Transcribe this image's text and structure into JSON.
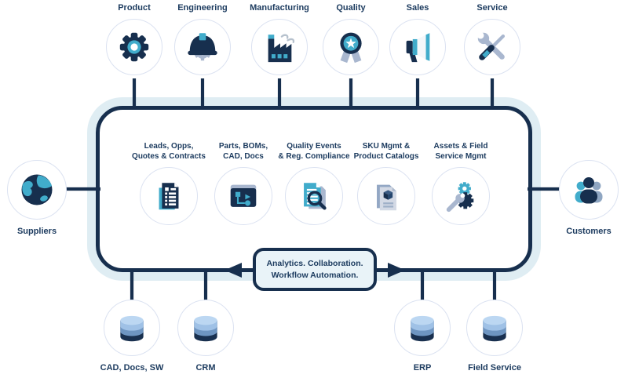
{
  "colors": {
    "navy": "#172F4E",
    "teal": "#41ACCB",
    "steel": "#A9B7CF",
    "halo": "#DFEDF3",
    "banner_fill": "#E9F3F8",
    "db_light": "#9FC1E6",
    "db_mid": "#6E95C1",
    "text": "#1B3A5E"
  },
  "top_nodes": [
    {
      "label": "Product",
      "icon": "gear-icon"
    },
    {
      "label": "Engineering",
      "icon": "hardhat-icon"
    },
    {
      "label": "Manufacturing",
      "icon": "factory-icon"
    },
    {
      "label": "Quality",
      "icon": "medal-icon"
    },
    {
      "label": "Sales",
      "icon": "megaphone-icon"
    },
    {
      "label": "Service",
      "icon": "tools-icon"
    }
  ],
  "platform": {
    "modules": [
      {
        "label": "Leads, Opps,\nQuotes & Contracts",
        "icon": "document-list-icon"
      },
      {
        "label": "Parts, BOMs,\nCAD, Docs",
        "icon": "flowchart-icon"
      },
      {
        "label": "Quality Events\n& Reg. Compliance",
        "icon": "document-search-icon"
      },
      {
        "label": "SKU Mgmt &\nProduct Catalogs",
        "icon": "document-cube-icon"
      },
      {
        "label": "Assets & Field\nService Mgmt",
        "icon": "gear-wrench-icon"
      }
    ],
    "banner": "Analytics. Collaboration.\nWorkflow Automation."
  },
  "left_node": {
    "label": "Suppliers",
    "icon": "globe-icon"
  },
  "right_node": {
    "label": "Customers",
    "icon": "customers-icon"
  },
  "bottom_nodes": [
    {
      "label": "CAD, Docs, SW",
      "icon": "database-icon"
    },
    {
      "label": "CRM",
      "icon": "database-icon"
    },
    {
      "label": "ERP",
      "icon": "database-icon"
    },
    {
      "label": "Field Service",
      "icon": "database-icon"
    }
  ]
}
